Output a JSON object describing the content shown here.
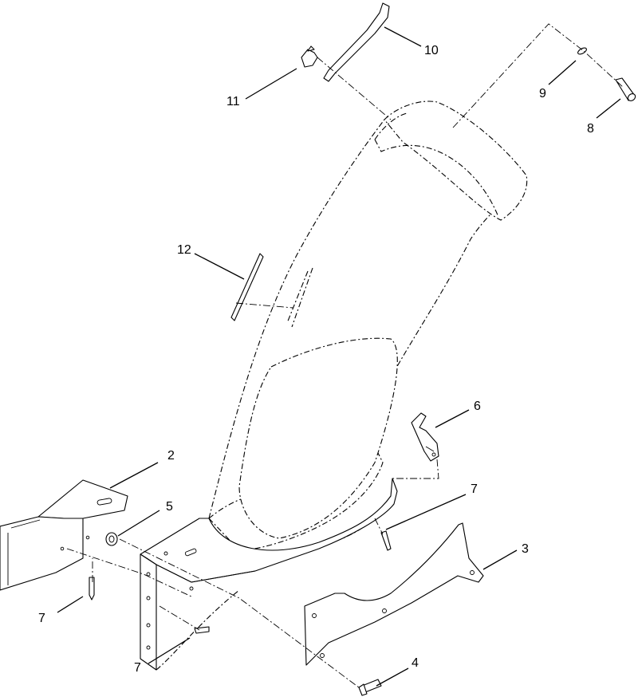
{
  "diagram": {
    "callouts": {
      "c2": "2",
      "c3": "3",
      "c4": "4",
      "c5": "5",
      "c6": "6",
      "c7a": "7",
      "c7b": "7",
      "c7c": "7",
      "c8": "8",
      "c9": "9",
      "c10": "10",
      "c11": "11",
      "c12": "12"
    }
  }
}
